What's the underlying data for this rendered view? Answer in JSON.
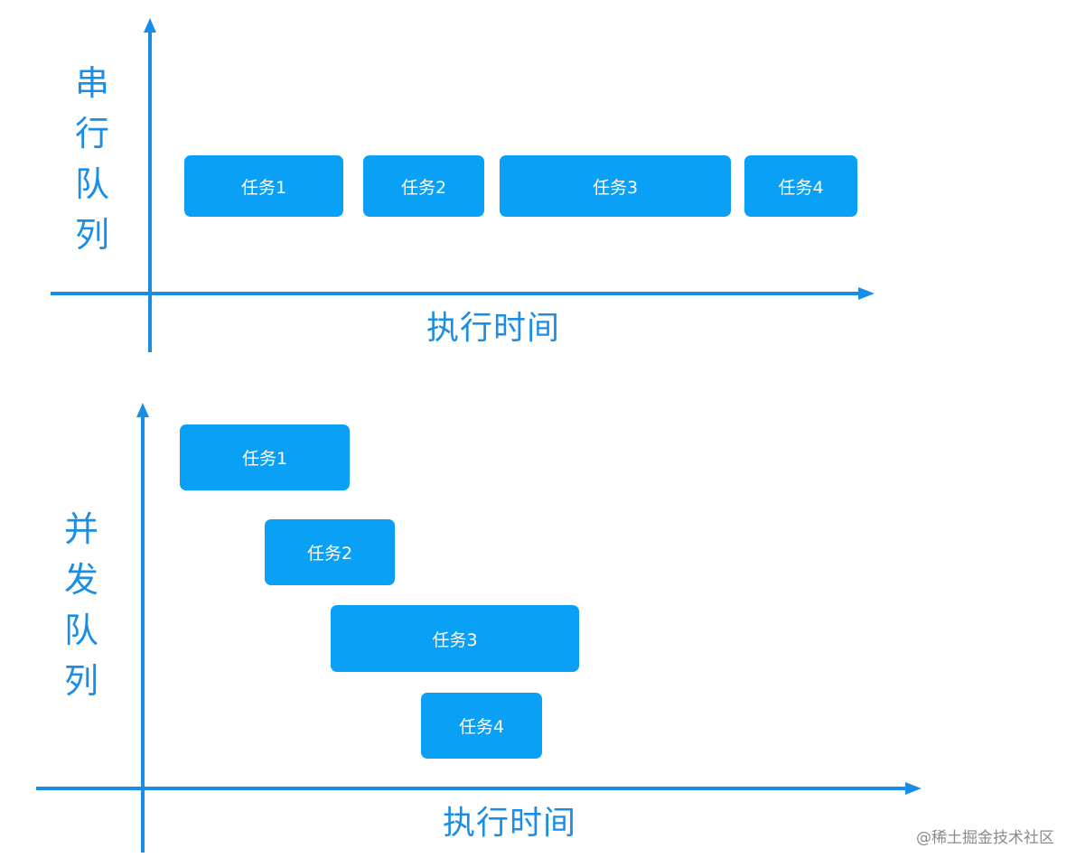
{
  "serial": {
    "ylabel": "串行队列",
    "xlabel": "执行时间",
    "tasks": [
      "任务1",
      "任务2",
      "任务3",
      "任务4"
    ]
  },
  "concurrent": {
    "ylabel": "并发队列",
    "xlabel": "执行时间",
    "tasks": [
      "任务1",
      "任务2",
      "任务3",
      "任务4"
    ]
  },
  "watermark": "@稀土掘金技术社区",
  "colors": {
    "axis": "#1a8ee6",
    "task": "#0aa0f5"
  }
}
